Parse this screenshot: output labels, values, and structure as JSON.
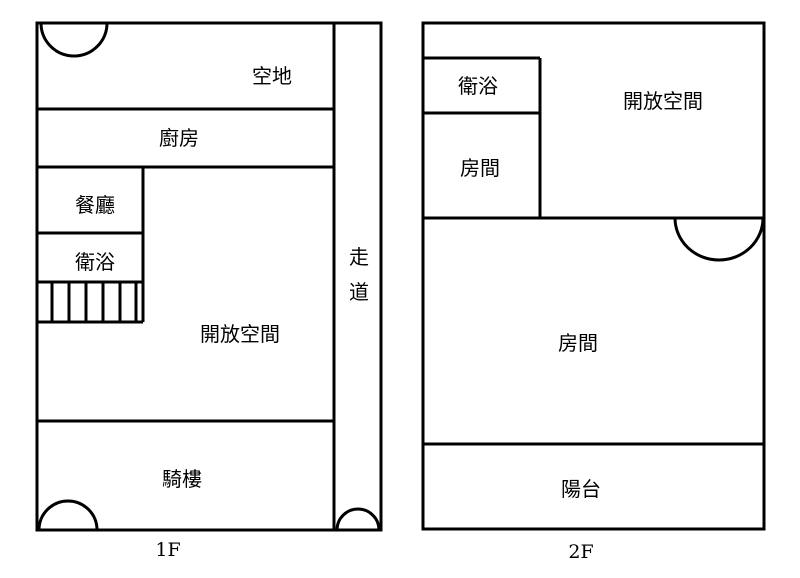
{
  "floor1": {
    "caption": "1F",
    "rooms": {
      "open_lot": "空地",
      "kitchen": "廚房",
      "dining": "餐廳",
      "bathroom": "衛浴",
      "open_space": "開放空間",
      "arcade": "騎樓"
    },
    "corridor": [
      "走",
      "道"
    ]
  },
  "floor2": {
    "caption": "2F",
    "rooms": {
      "bathroom": "衛浴",
      "open_space": "開放空間",
      "room_small": "房間",
      "room_large": "房間",
      "balcony": "陽台"
    }
  }
}
